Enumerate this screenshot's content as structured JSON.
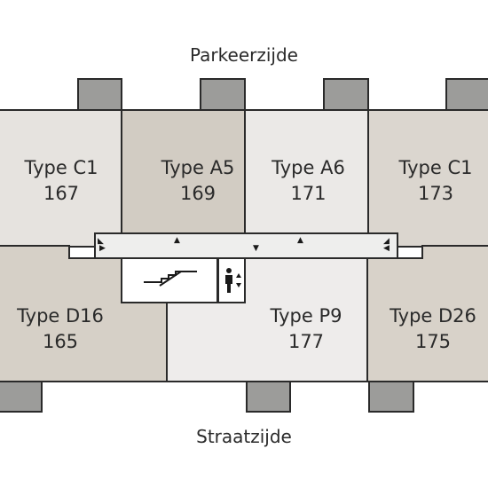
{
  "labels": {
    "top": "Parkeerzijde",
    "bottom": "Straatzijde"
  },
  "units": [
    {
      "id": "c1-167",
      "type": "Type C1",
      "number": "167",
      "color": "#e6e3df"
    },
    {
      "id": "a5-169",
      "type": "Type A5",
      "number": "169",
      "color": "#d2ccc3"
    },
    {
      "id": "a6-171",
      "type": "Type A6",
      "number": "171",
      "color": "#ebe9e7"
    },
    {
      "id": "c1-173",
      "type": "Type C1",
      "number": "173",
      "color": "#dbd6cf"
    },
    {
      "id": "d16-165",
      "type": "Type D16",
      "number": "165",
      "color": "#d6d0c7"
    },
    {
      "id": "p9-177",
      "type": "Type P9",
      "number": "177",
      "color": "#eeeceb"
    },
    {
      "id": "d26-175",
      "type": "Type D26",
      "number": "175",
      "color": "#d8d2c9"
    }
  ],
  "colors": {
    "balcony": "#9c9c9a",
    "corridor": "#eeeeed",
    "stroke": "#2a2a2a"
  },
  "icons": [
    "stairs-icon",
    "elevator-icon",
    "corridor-arrow-icon"
  ]
}
